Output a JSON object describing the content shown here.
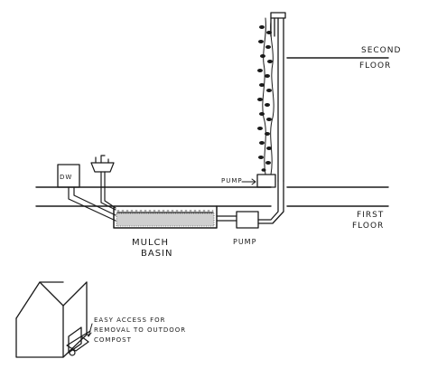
{
  "labels": {
    "second_floor_line1": "SECOND",
    "second_floor_line2": "FLOOR",
    "first_floor_line1": "FIRST",
    "first_floor_line2": "FLOOR",
    "dw": "DW",
    "pump_upper": "PUMP",
    "pump_lower": "PUMP",
    "mulch_line1": "MULCH",
    "mulch_line2": "BASIN",
    "access_line1": "EASY ACCESS FOR",
    "access_line2": "REMOVAL TO OUTDOOR",
    "access_line3": "COMPOST"
  },
  "icons": [
    "dishwasher-box",
    "sink",
    "pump-box-upper",
    "pump-box-lower",
    "mulch-basin",
    "vertical-pipe",
    "climbing-plants",
    "shed",
    "wheelbarrow"
  ],
  "colors": {
    "ink": "#1a1a1a",
    "paper": "#ffffff"
  }
}
